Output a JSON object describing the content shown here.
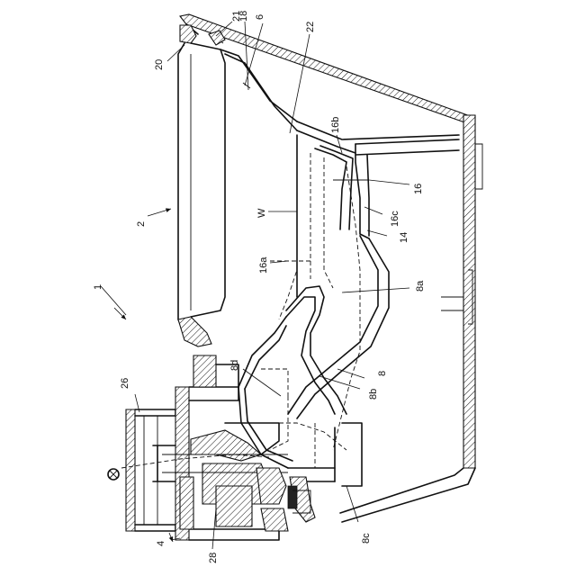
{
  "labels": {
    "l1": "1",
    "l2": "2",
    "l4": "4",
    "l6": "6",
    "l8": "8",
    "l8a": "8a",
    "l8b": "8b",
    "l8c": "8c",
    "l8d": "8d",
    "l14": "14",
    "l16": "16",
    "l16a": "16a",
    "l16b": "16b",
    "l16c": "16c",
    "l18": "18",
    "l20": "20",
    "l21": "21",
    "l22": "22",
    "l26": "26",
    "l28": "28",
    "lW": "W"
  }
}
